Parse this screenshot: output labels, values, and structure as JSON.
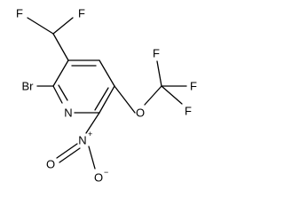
{
  "structure": {
    "atoms": {
      "br": "Br",
      "n_ring": "N",
      "n_nitro": "N",
      "n_nitro_charge": "+",
      "o_nitro_double": "O",
      "o_nitro_single": "O",
      "o_nitro_charge": "−",
      "o_ether": "O",
      "f_top_left": "F",
      "f_top_right": "F",
      "f_cf3_top": "F",
      "f_cf3_right": "F",
      "f_cf3_bottom": "F"
    }
  }
}
